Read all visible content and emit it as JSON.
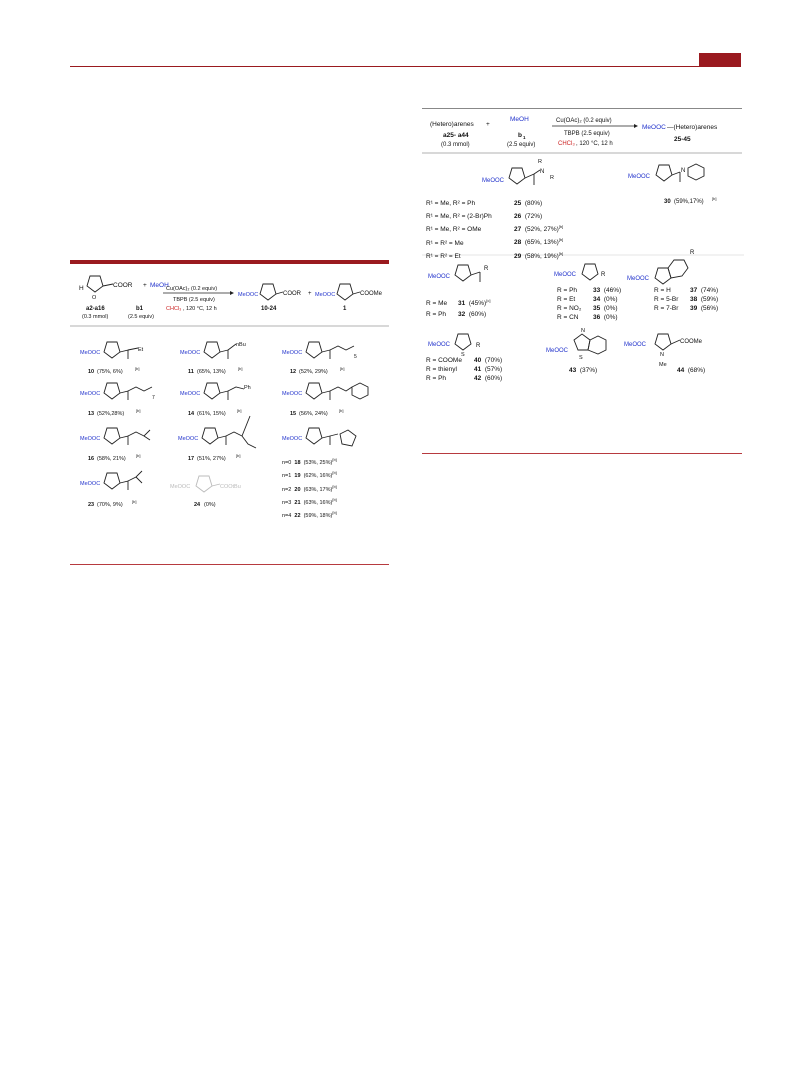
{
  "left_scheme": {
    "reagents": {
      "sub_label": "a2-a16",
      "sub_amount": "(0.3 mmol)",
      "plus": "+",
      "meoh": "MeOH",
      "b1_label": "b1",
      "b1_amount": "(2.5 equiv)",
      "cond1": "Cu(OAc)₂ (0.2 equiv)",
      "cond2": "TBPB (2.5 equiv)",
      "cond3_solvent": "CHCl₃",
      "cond3_rest": ", 120 °C, 12 h",
      "prod_label": "10-24",
      "byprod_label": "1",
      "coor": "COOR",
      "coome": "COOMe",
      "h": "H",
      "o": "O"
    },
    "compounds": [
      {
        "id": "10",
        "yield": "(75%, 6%)",
        "note": "[b]",
        "sub": "Et"
      },
      {
        "id": "11",
        "yield": "(65%, 13%)",
        "note": "[b]",
        "sub": "nBu"
      },
      {
        "id": "12",
        "yield": "(52%, 29%)",
        "note": "[b]",
        "sub": "5"
      },
      {
        "id": "13",
        "yield": "(52%,28%)",
        "note": "[b]",
        "sub": "7"
      },
      {
        "id": "14",
        "yield": "(61%, 15%)",
        "note": "[b]",
        "sub": "Ph"
      },
      {
        "id": "15",
        "yield": "(56%, 24%)",
        "note": "[b]",
        "sub": ""
      },
      {
        "id": "16",
        "yield": "(58%, 21%)",
        "note": "[b]",
        "sub": ""
      },
      {
        "id": "17",
        "yield": "(51%, 27%)",
        "note": "[b]",
        "sub": ""
      },
      {
        "id": "23",
        "yield": "(70%, 9%)",
        "note": "[b]",
        "sub": ""
      },
      {
        "id": "24",
        "yield": "(0%)",
        "note": "",
        "sub": "COOtBu"
      }
    ],
    "ring_series": [
      {
        "n": "n=0",
        "id": "18",
        "yield": "(53%, 25%)",
        "note": "[b]"
      },
      {
        "n": "n=1",
        "id": "19",
        "yield": "(62%, 16%)",
        "note": "[b]"
      },
      {
        "n": "n=2",
        "id": "20",
        "yield": "(63%, 17%)",
        "note": "[b]"
      },
      {
        "n": "n=3",
        "id": "21",
        "yield": "(63%, 16%)",
        "note": "[b]"
      },
      {
        "n": "n=4",
        "id": "22",
        "yield": "(59%, 18%)",
        "note": "[b]"
      }
    ],
    "meooc": "MeOOC"
  },
  "right_scheme": {
    "reagents": {
      "het": "(Hetero)arenes",
      "plus": "+",
      "meoh": "MeOH",
      "sub_label": "a25- a44",
      "sub_amount": "(0.3 mmol)",
      "b1": "b",
      "b1_sub": "1",
      "b1_amount": "(2.5 equiv)",
      "cond1": "Cu(OAc)₂ (0.2 equiv)",
      "cond2": "TBPB (2.5 equiv)",
      "cond3_solvent": "CHCl₃",
      "cond3_rest": ", 120 °C, 12 h",
      "product": "—(Hetero)arenes",
      "prod_label": "25-45"
    },
    "amides": [
      {
        "r": "R¹ = Me, R² = Ph",
        "id": "25",
        "yield": "(80%)",
        "note": ""
      },
      {
        "r": "R¹ = Me, R² = (2-Br)Ph",
        "id": "26",
        "yield": "(72%)",
        "note": ""
      },
      {
        "r": "R¹ = Me, R² = OMe",
        "id": "27",
        "yield": "(52%, 27%)",
        "note": "[b]"
      },
      {
        "r": "R¹ = R² = Me",
        "id": "28",
        "yield": "(65%, 13%)",
        "note": "[b]"
      },
      {
        "r": "R¹ = R² = Et",
        "id": "29",
        "yield": "(58%, 19%)",
        "note": "[b]"
      }
    ],
    "cmp30": {
      "id": "30",
      "yield": "(59%,17%)",
      "note": "[b]"
    },
    "ketones": [
      {
        "r": "R = Me",
        "id": "31",
        "yield": "(45%)",
        "note": "[c]"
      },
      {
        "r": "R = Ph",
        "id": "32",
        "yield": "(60%)",
        "note": ""
      }
    ],
    "furans": [
      {
        "r": "R = Ph",
        "id": "33",
        "yield": "(46%)"
      },
      {
        "r": "R = Et",
        "id": "34",
        "yield": "(0%)"
      },
      {
        "r": "R = NO₂",
        "id": "35",
        "yield": "(0%)"
      },
      {
        "r": "R = CN",
        "id": "36",
        "yield": "(0%)"
      }
    ],
    "benzofurans": [
      {
        "r": "R = H",
        "id": "37",
        "yield": "(74%)"
      },
      {
        "r": "R = 5-Br",
        "id": "38",
        "yield": "(59%)"
      },
      {
        "r": "R = 7-Br",
        "id": "39",
        "yield": "(56%)"
      }
    ],
    "thiophenes": [
      {
        "r": "R = COOMe",
        "id": "40",
        "yield": "(70%)"
      },
      {
        "r": "R = thienyl",
        "id": "41",
        "yield": "(57%)"
      },
      {
        "r": "R = Ph",
        "id": "42",
        "yield": "(60%)"
      }
    ],
    "cmp43": {
      "id": "43",
      "yield": "(37%)"
    },
    "cmp44": {
      "id": "44",
      "yield": "(68%)",
      "coome": "COOMe",
      "me": "Me"
    },
    "meooc": "MeOOC"
  }
}
